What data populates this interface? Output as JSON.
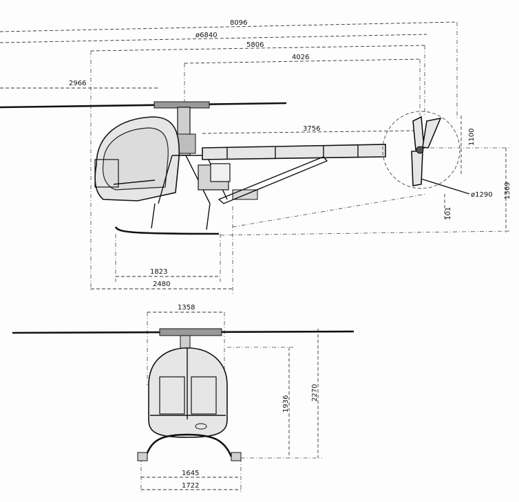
{
  "side_view": {
    "dims": {
      "overall_length": "8096",
      "rotor_diameter": "ø6840",
      "fuselage_to_tail": "5806",
      "mast_to_tail": "4026",
      "rotor_forward": "2966",
      "tailboom": "3756",
      "tail_rotor_height": "1100",
      "tail_rotor_diameter": "ø1290",
      "tail_height": "1369",
      "tail_clearance": "101",
      "skid_length": "1823",
      "fuselage_length": "2480"
    }
  },
  "front_view": {
    "dims": {
      "cabin_width": "1358",
      "cabin_height": "1936",
      "overall_height": "2270",
      "skid_track": "1645",
      "overall_width": "1722"
    }
  }
}
